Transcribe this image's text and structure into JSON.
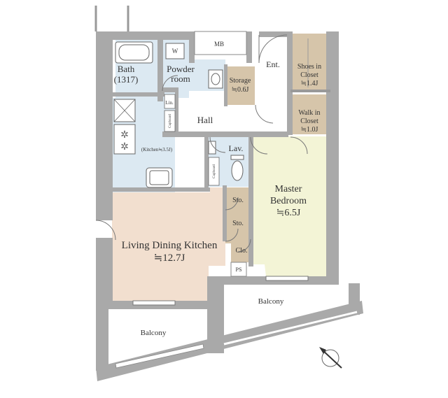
{
  "rooms": {
    "mb": "MB",
    "w": "W",
    "ent": "Ent.",
    "bath_name": "Bath",
    "bath_size": "(1317)",
    "powder_l1": "Powder",
    "powder_l2": "room",
    "storage_l1": "Storage",
    "storage_l2": "≒0.6J",
    "shoes_l1": "Shoes in",
    "shoes_l2": "Closet",
    "shoes_l3": "≒1.4J",
    "wic_l1": "Walk in",
    "wic_l2": "Closet",
    "wic_l3": "≒1.0J",
    "lin": "Lin.",
    "cupboard1": "Cupboard",
    "cupboard2": "Cupboard",
    "hall": "Hall",
    "lav": "Lav.",
    "kitchen": "(Kitchen≒3.5J)",
    "master_l1": "Master",
    "master_l2": "Bedroom",
    "master_l3": "≒6.5J",
    "sto1": "Sto.",
    "sto2": "Sto.",
    "clo": "Clo.",
    "ps": "PS",
    "ldk_l1": "Living Dining Kitchen",
    "ldk_l2": "≒12.7J",
    "balcony1": "Balcony",
    "balcony2": "Balcony"
  },
  "colors": {
    "wall": "#a9a9a9",
    "ldk_floor": "#f2dfcf",
    "bedroom_floor": "#f3f4d6",
    "wet_area": "#dce9f2",
    "closet": "#d6c5aa",
    "hall_floor": "#ffffff"
  },
  "icons": [
    "north-arrow-icon",
    "bathtub-icon",
    "toilet-icon",
    "sink-icon",
    "stove-icon"
  ]
}
